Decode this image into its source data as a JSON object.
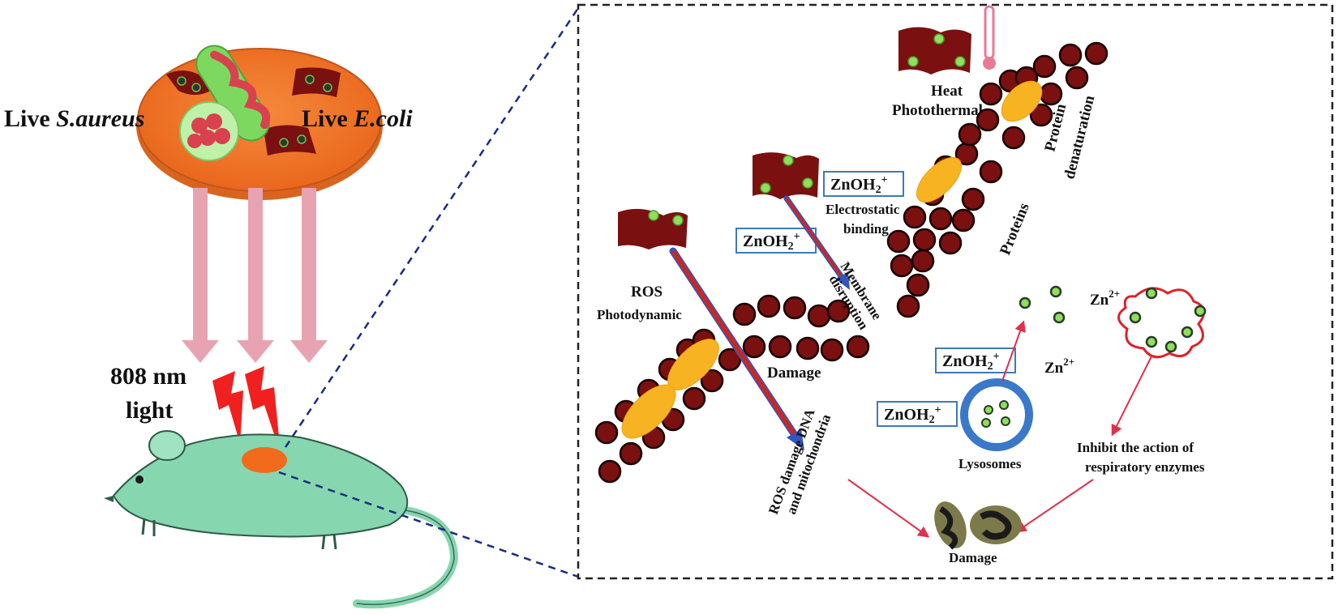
{
  "left_panel": {
    "label_saureus_prefix": "Live ",
    "label_saureus_name": "S.aureus",
    "label_ecoli_prefix": "Live ",
    "label_ecoli_name": "E.coli",
    "light_line1": "808 nm",
    "light_line2": "light"
  },
  "right_panel": {
    "heat": "Heat",
    "photothermal": "Photothermal",
    "protein_denaturation_line1": "Protein",
    "protein_denaturation_line2": "denaturation",
    "proteins": "Proteins",
    "ros": "ROS",
    "photodynamic": "Photodynamic",
    "electrostatic_line1": "Electrostatic",
    "electrostatic_line2": "binding",
    "membrane_line1": "Membrane",
    "membrane_line2": "disruption",
    "damage_mid": "Damage",
    "znoh2_base": "ZnOH",
    "znoh2_sub": "2",
    "znoh2_sup": "+",
    "zn_base": "Zn",
    "zn_sup": "2+",
    "ros_damage_line1": "ROS damage DNA",
    "ros_damage_line2": "and mitochondria",
    "lysosomes": "Lysosomes",
    "inhibit_line1": "Inhibit the action of",
    "inhibit_line2": "respiratory enzymes",
    "damage_bottom": "Damage"
  },
  "colors": {
    "dish_orange": "#f07a28",
    "bacteria_red": "#7a1010",
    "np_green": "#8fdf5a",
    "beam_pink": "#e8a3b2",
    "lightning_red": "#f02020",
    "mouse_green": "#86d6b0",
    "protein_yellow": "#f7b322",
    "box_blue": "#3d7ab8",
    "lysosome_blue": "#3a78c9",
    "arrow_red": "#e0304a",
    "dashed_navy": "#1a2b80"
  }
}
